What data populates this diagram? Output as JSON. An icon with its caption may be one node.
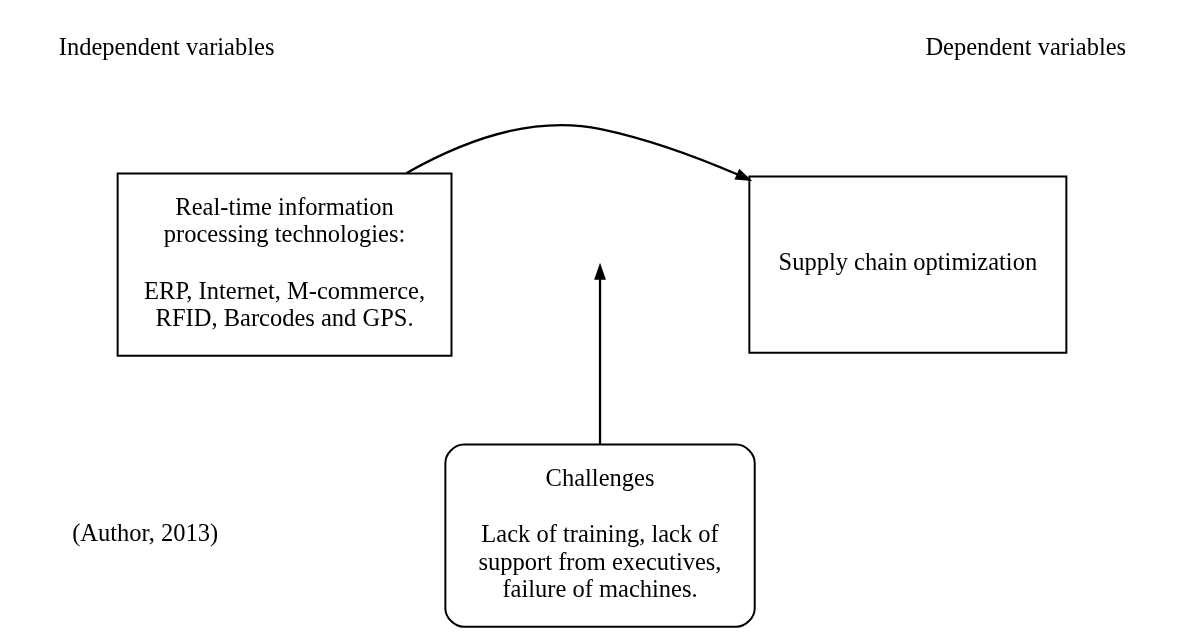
{
  "diagram": {
    "nodes": [
      {
        "text": [
          "Real-time information processing technologies:",
          "ERP, Internet, M-commerce, RFID, Barcodes and GPS."
        ]
      },
      {
        "text": [
          "Supply chain optimization"
        ]
      },
      {
        "text": [
          "Challenges",
          "Lack of training, lack of support from executives, failure of machines."
        ]
      }
    ],
    "edges": [
      {
        "from": 0,
        "to": 1,
        "arrow": "to"
      },
      {
        "from": 2,
        "to": null,
        "arrow": "to"
      }
    ],
    "labels": [
      "Independent variables",
      "Dependent variables",
      "(Author, 2013)"
    ]
  }
}
